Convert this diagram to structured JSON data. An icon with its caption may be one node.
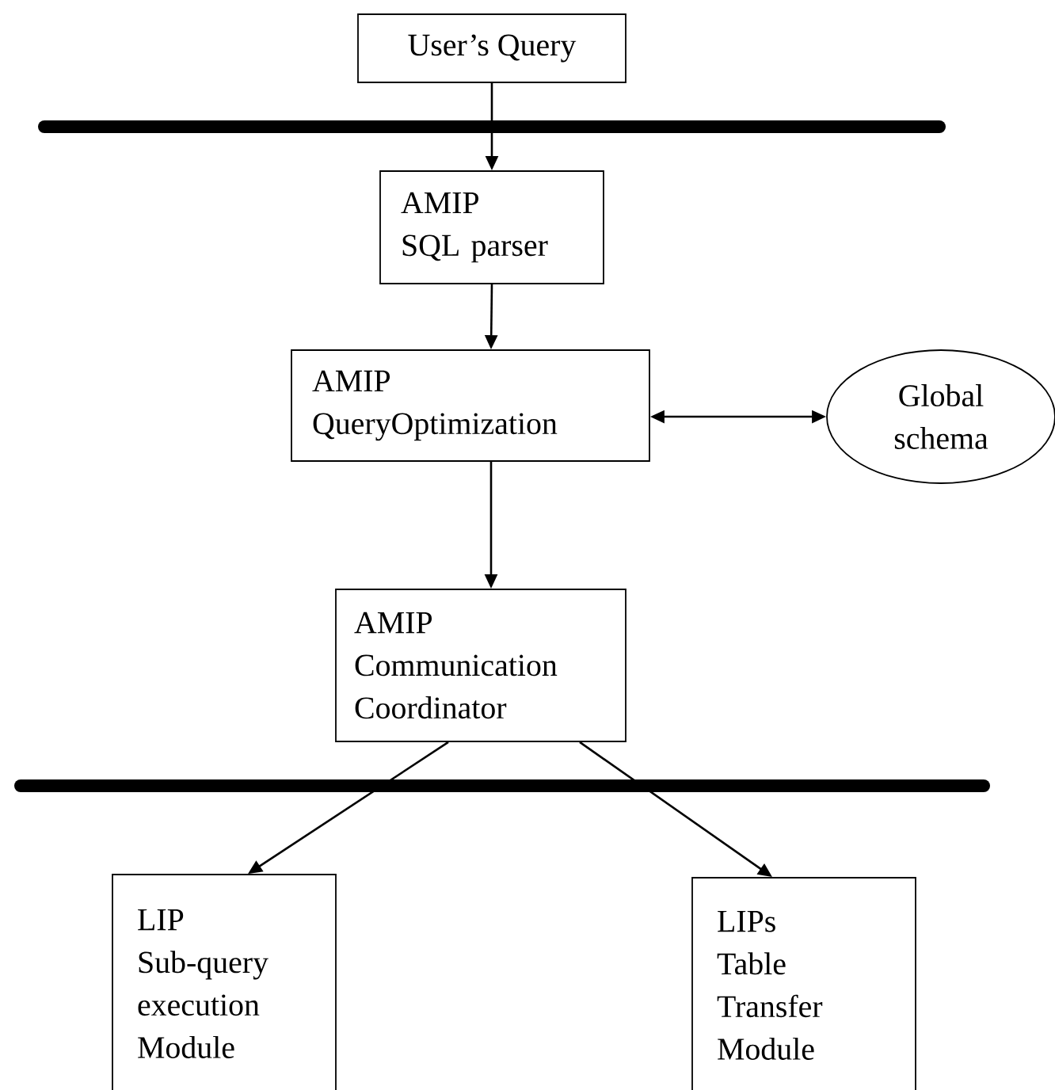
{
  "diagram": {
    "nodes": [
      {
        "text": [
          "User’s Query"
        ]
      },
      {
        "text": [
          "AMIP",
          "SQL parser"
        ]
      },
      {
        "text": [
          "AMIP",
          "QueryOptimization"
        ]
      },
      {
        "text": [
          "Global schema"
        ]
      },
      {
        "text": [
          "AMIP",
          "Communication Coordinator"
        ]
      },
      {
        "text": [
          "LIP",
          "Sub-query execution Module"
        ]
      },
      {
        "text": [
          "LIPs",
          "Table Transfer Module"
        ]
      }
    ],
    "edges": [
      {
        "from": 0,
        "to": 1,
        "arrow": "to"
      },
      {
        "from": 1,
        "to": 2,
        "arrow": "to"
      },
      {
        "from": 2,
        "to": 3,
        "arrow": "both"
      },
      {
        "from": 2,
        "to": 4,
        "arrow": "to"
      },
      {
        "from": 4,
        "to": 5,
        "arrow": "to"
      },
      {
        "from": 4,
        "to": 6,
        "arrow": "to"
      }
    ]
  }
}
